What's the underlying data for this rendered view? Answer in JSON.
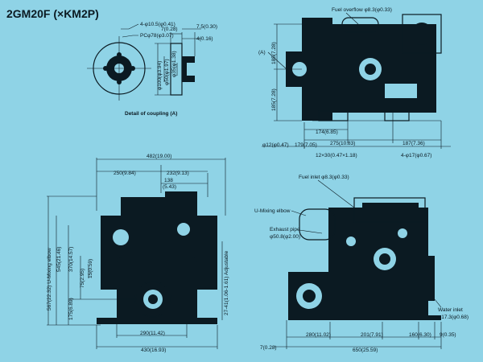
{
  "title": "2GM20F (×KM2P)",
  "coupling": {
    "caption": "Detail of coupling (A)",
    "bolt": "4-φ10.5(φ0.41)",
    "pcd": "PCφ78(φ3.07)",
    "thk1": "7(0.28)",
    "thk2": "7.5(0.30)",
    "thk3": "4(0.16)",
    "dia1": "φ100(φ3.94)",
    "dia2": "φ50(φ1.97)",
    "dia3": "φ35(φ1.38)"
  },
  "side_view": {
    "marker": "(A)",
    "fuel_overflow": "Fuel overflow φ8.3(φ0.33)",
    "h_upper": "185(7.28)",
    "h_lower": "185(7.28)",
    "d174": "174(6.85)",
    "d275": "275(10.83)",
    "d187": "187(7.36)",
    "d179": "179(7.05)",
    "phi12": "φ12(φ0.47)",
    "slot": "12×30(0.47×1.18)",
    "bolt4": "4-φ17(φ0.67)"
  },
  "front_view": {
    "w482": "482(19.00)",
    "w250": "250(9.84)",
    "w232": "232(9.13)",
    "w138": "138",
    "w138b": "(5.43)",
    "h567": "567(22.32) U-Mixing elbow",
    "h545": "545(21.46)",
    "h370": "370(14.57)",
    "h175": "175(6.89)",
    "h75": "75(2.95)",
    "h15": "15(0.59)",
    "adjust": "27-41(1.06-1.61) Adjustable",
    "w290": "290(11.42)",
    "w430": "430(16.93)"
  },
  "rear_view": {
    "fuel_inlet": "Fuel inlet φ8.3(φ0.33)",
    "u_elbow": "U-Mixing elbow",
    "exhaust1": "Exhaust pipe",
    "exhaust2": "φ50.8(φ2.00)",
    "water_inlet": "Water inlet",
    "water_inlet_dim": "φ17.3(φ0.68)",
    "d280": "280(11.02)",
    "d201": "201(7.91)",
    "d160": "160(6.30)",
    "d9": "9(0.35)",
    "d7": "7(0.28)",
    "d650": "650(25.59)"
  }
}
